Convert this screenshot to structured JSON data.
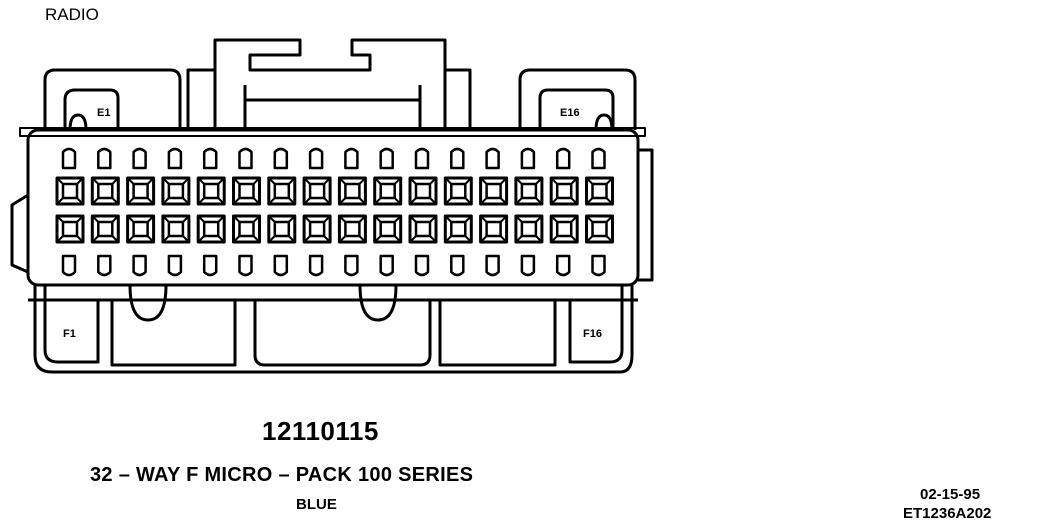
{
  "header": {
    "title": "RADIO"
  },
  "connector": {
    "part_number": "12110115",
    "description": "32 – WAY F MICRO – PACK 100 SERIES",
    "color": "BLUE",
    "pin_labels": {
      "top_left": "E1",
      "top_right": "E16",
      "bottom_left": "F1",
      "bottom_right": "F16"
    },
    "columns": 16,
    "rows": 2
  },
  "footer": {
    "date": "02-15-95",
    "code": "ET1236A202"
  }
}
